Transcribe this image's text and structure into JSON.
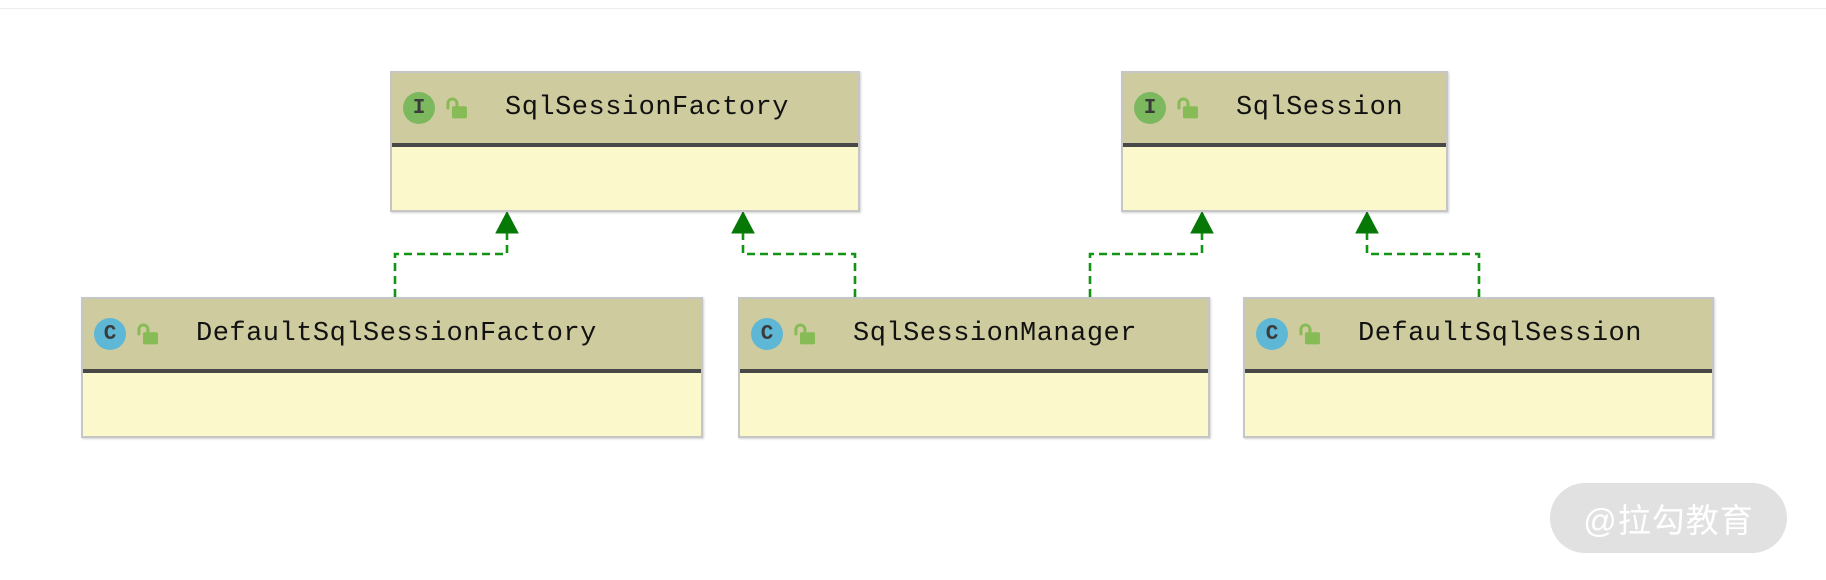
{
  "diagram": {
    "tool": "uml-class-diagram",
    "nodes": [
      {
        "id": "SqlSessionFactory",
        "kind": "interface",
        "icon_letter": "I",
        "label": "SqlSessionFactory"
      },
      {
        "id": "SqlSession",
        "kind": "interface",
        "icon_letter": "I",
        "label": "SqlSession"
      },
      {
        "id": "DefaultSqlSessionFactory",
        "kind": "class",
        "icon_letter": "C",
        "label": "DefaultSqlSessionFactory"
      },
      {
        "id": "SqlSessionManager",
        "kind": "class",
        "icon_letter": "C",
        "label": "SqlSessionManager"
      },
      {
        "id": "DefaultSqlSession",
        "kind": "class",
        "icon_letter": "C",
        "label": "DefaultSqlSession"
      }
    ],
    "edges": [
      {
        "from": "DefaultSqlSessionFactory",
        "to": "SqlSessionFactory",
        "type": "implements",
        "style": "dashed-green-hollow-triangle"
      },
      {
        "from": "SqlSessionManager",
        "to": "SqlSessionFactory",
        "type": "implements",
        "style": "dashed-green-hollow-triangle"
      },
      {
        "from": "SqlSessionManager",
        "to": "SqlSession",
        "type": "implements",
        "style": "dashed-green-hollow-triangle"
      },
      {
        "from": "DefaultSqlSession",
        "to": "SqlSession",
        "type": "implements",
        "style": "dashed-green-hollow-triangle"
      }
    ],
    "colors": {
      "node_header_bg": "#cecc9f",
      "node_body_bg": "#fbf8cb",
      "node_border": "#c6c6c6",
      "node_separator": "#484848",
      "interface_badge": "#7cb85e",
      "class_badge": "#5fb7d6",
      "lock_icon": "#86bb55",
      "edge_line": "#149414",
      "edge_arrowhead": "#067806",
      "background": "#ffffff"
    }
  },
  "watermark": {
    "text": "@拉勾教育"
  }
}
